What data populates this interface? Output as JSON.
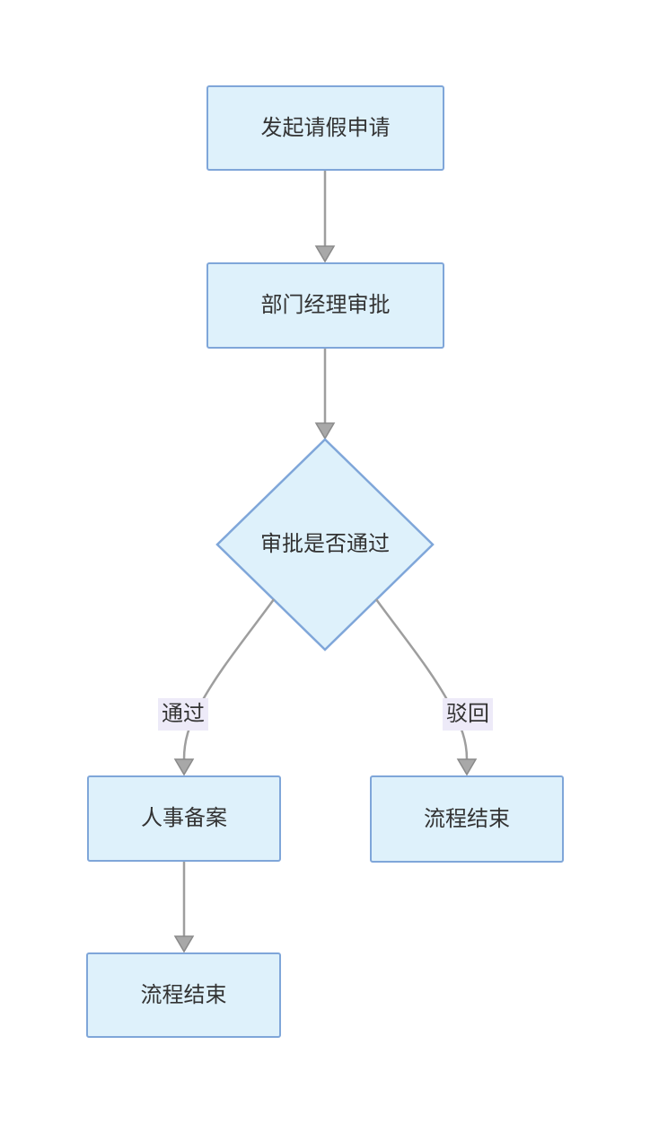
{
  "diagram": {
    "type": "flowchart",
    "direction": "top-down",
    "nodes": [
      {
        "id": "start",
        "shape": "rect",
        "label": "发起请假申请"
      },
      {
        "id": "manager",
        "shape": "rect",
        "label": "部门经理审批"
      },
      {
        "id": "decision",
        "shape": "diamond",
        "label": "审批是否通过"
      },
      {
        "id": "hr_record",
        "shape": "rect",
        "label": "人事备案"
      },
      {
        "id": "end_rejected",
        "shape": "rect",
        "label": "流程结束"
      },
      {
        "id": "end_approved",
        "shape": "rect",
        "label": "流程结束"
      }
    ],
    "edges": [
      {
        "from": "start",
        "to": "manager",
        "label": ""
      },
      {
        "from": "manager",
        "to": "decision",
        "label": ""
      },
      {
        "from": "decision",
        "to": "hr_record",
        "label": "通过"
      },
      {
        "from": "decision",
        "to": "end_rejected",
        "label": "驳回"
      },
      {
        "from": "hr_record",
        "to": "end_approved",
        "label": ""
      }
    ],
    "colors": {
      "background": "#ffffff",
      "node_fill": "#def1fb",
      "node_border": "#7fa6d9",
      "node_text": "#333333",
      "edge_line": "#9e9e9e",
      "arrowhead_fill": "#a8a8a8",
      "arrowhead_stroke": "#8a8a8a",
      "edge_label_bg": "#edeaf8",
      "edge_label_text": "#333333"
    }
  }
}
